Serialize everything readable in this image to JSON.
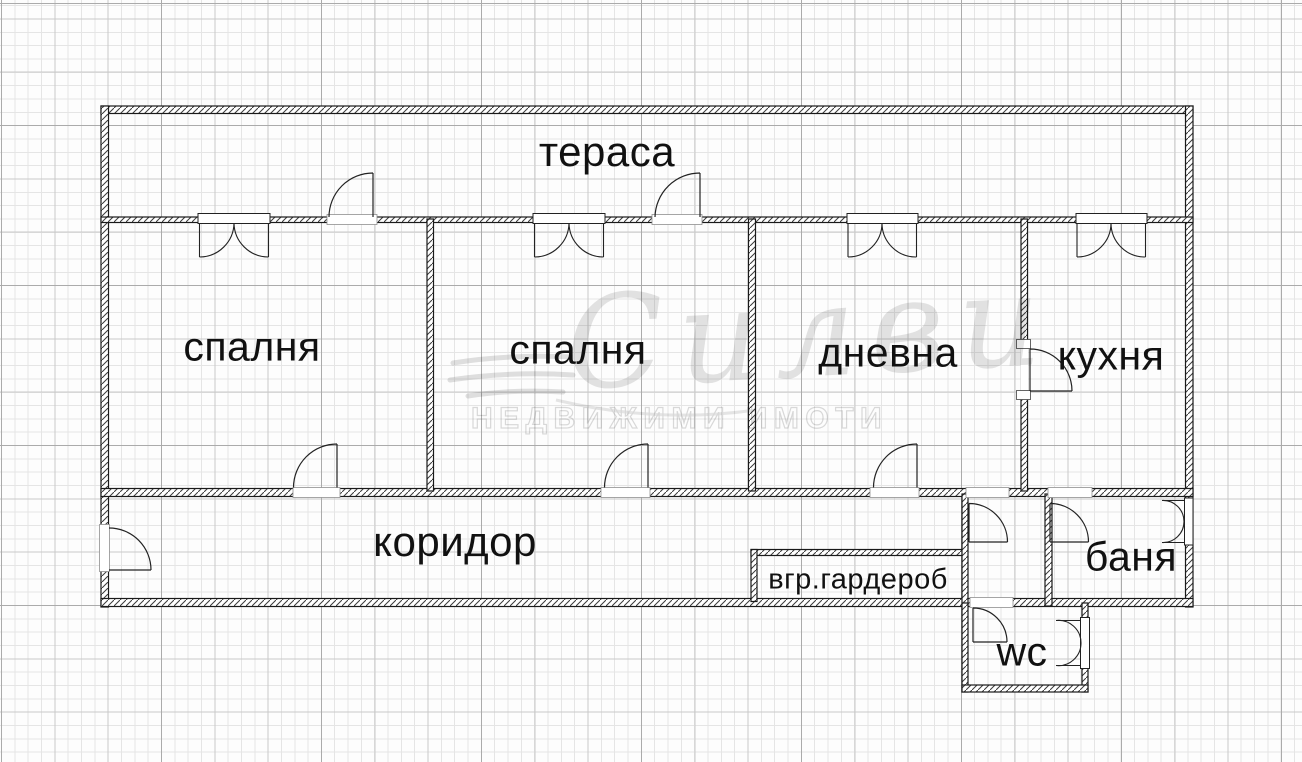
{
  "floorplan": {
    "rooms": [
      {
        "id": "terrace",
        "label": "тераса"
      },
      {
        "id": "bedroom1",
        "label": "спалня"
      },
      {
        "id": "bedroom2",
        "label": "спалня"
      },
      {
        "id": "living",
        "label": "дневна"
      },
      {
        "id": "kitchen",
        "label": "кухня"
      },
      {
        "id": "corridor",
        "label": "коридор"
      },
      {
        "id": "wardrobe",
        "label": "вгр.гардероб"
      },
      {
        "id": "bath",
        "label": "баня"
      },
      {
        "id": "wc",
        "label": "wc"
      }
    ]
  },
  "watermark": {
    "script_text": "Силви",
    "caption_text": "НЕДВИЖИМИ ИМОТИ"
  },
  "colors": {
    "ink": "#1a1a1a",
    "paper": "#fdfdfd",
    "grid_minor": "#e5e5e5",
    "grid_medium": "#c9c9c9",
    "grid_major": "#ababab",
    "watermark_gray": "#e3e3e3"
  }
}
